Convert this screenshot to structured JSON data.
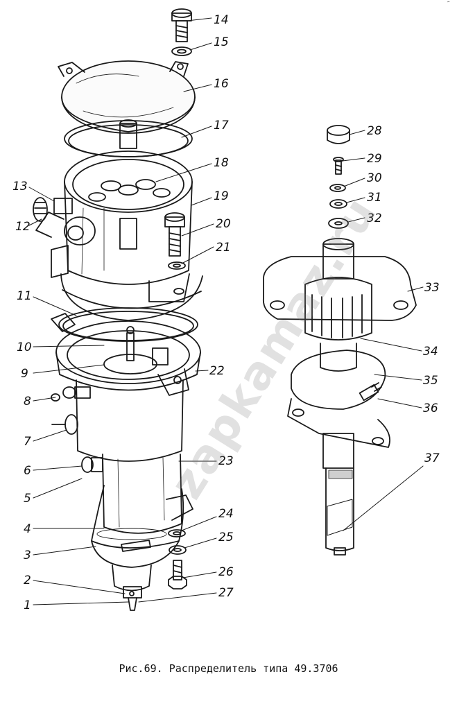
{
  "caption": "Рис.69. Распределитель типа 49.3706",
  "watermark": "zapkamaz.ru",
  "corner_mark": "˜",
  "labels": [
    "1",
    "2",
    "3",
    "4",
    "5",
    "6",
    "7",
    "8",
    "9",
    "10",
    "11",
    "12",
    "13",
    "14",
    "15",
    "16",
    "17",
    "18",
    "19",
    "20",
    "21",
    "22",
    "23",
    "24",
    "25",
    "26",
    "27",
    "28",
    "29",
    "30",
    "31",
    "32",
    "33",
    "34",
    "35",
    "36",
    "37"
  ]
}
